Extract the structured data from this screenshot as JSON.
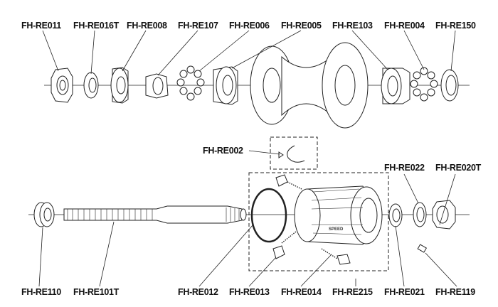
{
  "top_labels": [
    "FH-RE011",
    "FH-RE016T",
    "FH-RE008",
    "FH-RE107",
    "FH-RE006",
    "FH-RE005",
    "FH-RE103",
    "FH-RE004",
    "FH-RE150"
  ],
  "middle_labels": {
    "pawl_spring": "FH-RE002",
    "washer": "FH-RE022",
    "end_nut": "FH-RE020T"
  },
  "bottom_labels": [
    "FH-RE110",
    "FH-RE101T",
    "FH-RE012",
    "FH-RE013",
    "FH-RE014",
    "FH-RE215",
    "FH-RE021",
    "FH-RE119"
  ],
  "freehub_logo": "SPEED"
}
